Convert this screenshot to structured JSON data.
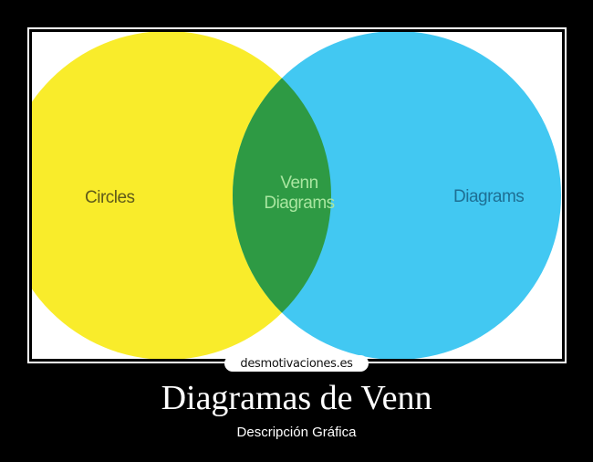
{
  "poster": {
    "title": "Diagramas de Venn",
    "subtitle": "Descripción Gráfica",
    "watermark": "desmotivaciones.es"
  },
  "venn": {
    "left_label": "Circles",
    "center_label_line1": "Venn",
    "center_label_line2": "Diagrams",
    "right_label": "Diagrams",
    "colors": {
      "left": "#f9ec2b",
      "right": "#42c8f2",
      "intersection": "#2e9a44",
      "left_text": "#5f5a1a",
      "right_text": "#1e6f94",
      "center_text": "#a9e6a0",
      "background": "#ffffff",
      "frame": "#000000",
      "border": "#ffffff"
    }
  }
}
